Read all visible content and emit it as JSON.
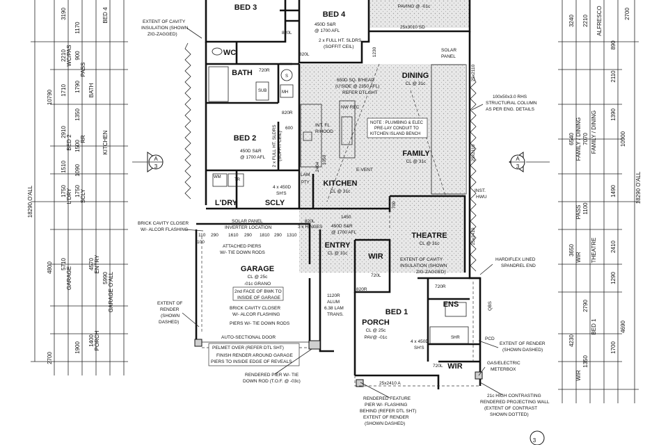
{
  "rooms": {
    "bed3": "BED 3",
    "bed4": "BED 4",
    "paving": "PAVING @ -01c",
    "wc": "WC",
    "bath": "BATH",
    "dining": "DINING",
    "dining_cl": "CL @ 31c",
    "bed2": "BED 2",
    "family": "FAMILY",
    "family_cl": "CL @ 31c",
    "kitchen": "KITCHEN",
    "kitchen_cl": "CL @ 31c",
    "ldry": "L'DRY",
    "scly": "SCLY",
    "theatre": "THEATRE",
    "theatre_cl": "CL @ 31c",
    "entry": "ENTRY",
    "entry_cl": "CL @ 31c",
    "wir1": "WIR",
    "garage": "GARAGE",
    "garage_cl": "CL @ 25c",
    "garage_floor": "-01c GRANO",
    "bed1": "BED 1",
    "ens": "ENS",
    "porch": "PORCH",
    "porch_cl": "CL @ 25c",
    "porch_pav": "PAV@ -01c",
    "wir2": "WIR",
    "wm": "WM",
    "tr": "TR",
    "shr": "SHR",
    "sub": "SUB",
    "mh": "MH",
    "pty": "PTY"
  },
  "notes": {
    "cavity_top_1": "EXTENT OF CAVITY",
    "cavity_top_2": "INSULATION (SHOWN",
    "cavity_top_3": "ZIG-ZAGGED)",
    "bed4_win_1": "450D S&R",
    "bed4_win_2": "@ 1700 AFL",
    "bed4_sldrs_1": "2 x FULL HT. SLDRS",
    "bed4_sldrs_2": "(SOFFIT CEIL)",
    "bhead_1": "650D SQ. B'HEAD",
    "bhead_2": "(U'SIDE @ 2350 AFL)",
    "bhead_3": "REFER DTL SHT",
    "solar_1": "SOLAR",
    "solar_2": "PANEL",
    "rhs_1": "100x50x3.0 RHS",
    "rhs_2": "STRUCTURAL COLUMN",
    "rhs_3": "AS PER ENG. DETAILS",
    "plumb_1": "NOTE : PLUMBING & ELEC",
    "plumb_2": "PRE-LAY CONDUIT TO",
    "plumb_3": "KITCHEN ISLAND BENCH",
    "bed2_win_1": "450D S&R",
    "bed2_win_2": "@ 1700 AFL",
    "bed2_sldrs_1": "2 x FULL HT. SLDRS",
    "bed2_sldrs_2": "(SOFFIT CEIL)",
    "event": "E-VENT",
    "int_fl_1": "INT. FL",
    "int_fl_2": "R/HOOD",
    "inst_1": "INST.",
    "inst_2": "HWU",
    "scly_win_1": "4 x 450D",
    "scly_win_2": "SH'S",
    "brick_closer_1": "BRICK CAVITY CLOSER",
    "brick_closer_2": "W/- ALCOR FLASHING",
    "solar_inv_1": "SOLAR PANEL",
    "solar_inv_2": "INVERTER LOCATION",
    "hinges": "3 x HINGES",
    "entry_win_1": "450D S&R",
    "entry_win_2": "@ 1700 AFL",
    "piers_1": "ATTACHED PIERS",
    "piers_2": "W/- TIE DOWN RODS",
    "cavity_mid_1": "EXTENT OF CAVITY",
    "cavity_mid_2": "INSULATION (SHOWN",
    "cavity_mid_3": "ZIG-ZAGGED)",
    "hardiflex_1": "HARDIFLEX LINED",
    "hardiflex_2": "SPANDREL END",
    "bwk_face_1": "2nd FACE OF BWK TO",
    "bwk_face_2": "INSIDE OF GARAGE",
    "ext_render_l_1": "EXTENT OF",
    "ext_render_l_2": "RENDER",
    "ext_render_l_3": "(SHOWN",
    "ext_render_l_4": "DASHED)",
    "brick_closer2_1": "BRICK CAVITY CLOSER",
    "brick_closer2_2": "W/- ALCOR FLASHING",
    "piers2": "PIERS W/- TIE DOWN RODS",
    "finish_render_1": "FINISH RENDER AROUND GARAGE",
    "finish_render_2": "PIERS TO INSIDE EDGE OF REVEALS",
    "alum_1": "1120R",
    "alum_2": "ALUM",
    "alum_3": "6.38 LAM",
    "alum_4": "TRANS.",
    "auto_door": "AUTO-SECTIONAL DOOR",
    "pelmet": "PELMET OVER (REFER DTL SHT)",
    "pier_tie_1": "RENDERED PIER W/- TIE",
    "pier_tie_2": "DOWN ROD (T.O.F. @ -03c)",
    "bed1_win_1": "4 x 450D",
    "bed1_win_2": "SH'S",
    "ext_render_r_1": "EXTENT OF RENDER",
    "ext_render_r_2": "(SHOWN DASHED)",
    "gas_1": "GAS/ELECTRIC",
    "gas_2": "METERBOX",
    "feature_1": "RENDERED FEATURE",
    "feature_2": "PIER W/- FLASHING",
    "feature_3": "BEHIND (REFER DTL SHT)",
    "feature_4": "EXTENT OF RENDER",
    "feature_5": "(SHOWN DASHED)",
    "contrast_1": "21c HIGH CONTRASTING",
    "contrast_2": "RENDERED PROJECTING WALL",
    "contrast_3": "(EXTENT OF CONTRAST",
    "contrast_4": "SHOWN DOTTED)",
    "pcd": "PCD",
    "qbs": "QBS",
    "lam": "LAM",
    "nw_rec": "NW REC"
  },
  "section_markers": {
    "left_letter": "A",
    "left_num": "3",
    "right_letter": "A",
    "right_num": "3",
    "bottom_num": "3"
  },
  "dims_left": {
    "overall": "18290 O'ALL",
    "d10790": "10790",
    "d4800": "4800",
    "d2700": "2700",
    "col2": [
      "3190",
      "2210",
      "1710",
      "2910",
      "1510",
      "1750",
      "5710",
      "4570",
      "5990",
      "1400"
    ],
    "col3": [
      "1170",
      "900",
      "1790",
      "1350",
      "1500",
      "1090",
      "1750",
      "1900"
    ],
    "labels": [
      "BED 4",
      "PASS",
      "WC/PAS",
      "BATH",
      "BED 2",
      "RR",
      "KITCHEN",
      "L'DRY",
      "SCLY",
      "GARAGE",
      "ENTRY",
      "GARAGE O'ALL",
      "PORCH"
    ]
  },
  "dims_right": {
    "overall": "18290 O'ALL",
    "d10900": "10900",
    "d4690": "4690",
    "col1": [
      "3240",
      "6540",
      "3650",
      "4230"
    ],
    "col2": [
      "2210",
      "7070",
      "1100",
      "2790",
      "1350"
    ],
    "col3": [
      "2700",
      "890",
      "2110",
      "1390",
      "1490",
      "2410",
      "1290",
      "1700"
    ],
    "labels": [
      "ALFRESCO",
      "FAMILY / DINING",
      "FAMILY / DINING",
      "PASS",
      "THEATRE",
      "WIR",
      "BED 1",
      "WIR"
    ]
  },
  "room_dims": {
    "bed3_w": "820L",
    "bed4_door": "820L",
    "paving_lintel": "25x3010 SD",
    "bath_win": "720R",
    "bed2_door": "820R",
    "k_600": "600",
    "k_1450": "1450",
    "entry_door": "820L",
    "garage_piers": [
      "110",
      "290",
      "1610",
      "290",
      "1810",
      "290",
      "1310",
      "100"
    ],
    "wir_door": "720L",
    "bed1_door": "820R",
    "ens_win": "720R",
    "porch_sd": "25x2410 A",
    "wir2_door": "720L",
    "theatre_sd": "25x2410",
    "family_sd": "25x2110",
    "dining_sd": "25x2110",
    "d700": "700",
    "d1230": "1230",
    "d2404": "2404",
    "d1050": "1050"
  }
}
